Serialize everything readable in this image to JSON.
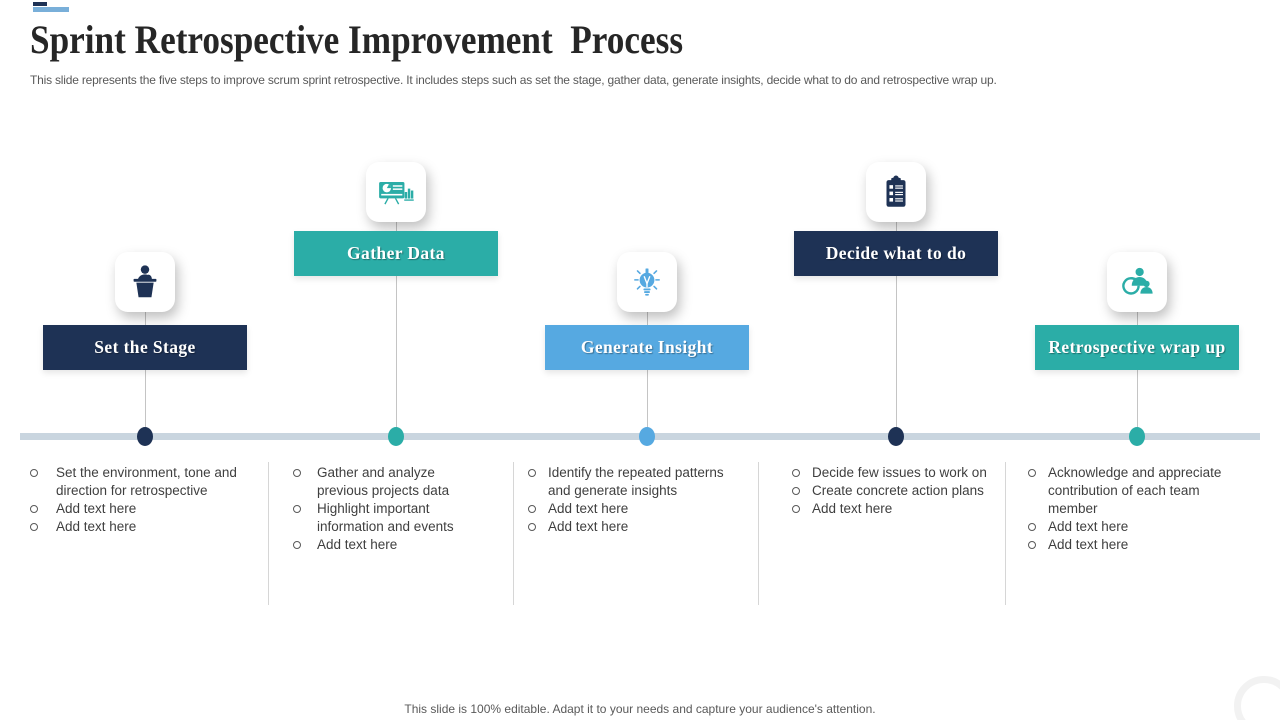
{
  "slide": {
    "title": "Sprint Retrospective Improvement  Process",
    "subtitle": "This slide represents the five steps to improve scrum sprint retrospective. It includes steps such as set the stage, gather data, generate insights, decide what to do and retrospective wrap up.",
    "footer": "This slide is 100% editable. Adapt it to your needs and capture your audience's attention."
  },
  "colors": {
    "navy": "#1E3255",
    "teal": "#2BADA7",
    "blue": "#56A9E1",
    "timeline": "#C9D5DF",
    "line": "#C4C4C4",
    "logo_blue": "#79AFD9"
  },
  "steps": [
    {
      "label": "Set the Stage",
      "icon": "podium-speaker-icon",
      "color": "#1E3255",
      "position": "low",
      "bullets": [
        "Set the environment, tone and direction for retrospective",
        "Add text here",
        "Add text here"
      ]
    },
    {
      "label": "Gather Data",
      "icon": "presentation-chart-icon",
      "color": "#2BADA7",
      "position": "high",
      "bullets": [
        "Gather and analyze previous projects data",
        "Highlight important information and events",
        "Add text here"
      ]
    },
    {
      "label": "Generate Insight",
      "icon": "idea-bulb-icon",
      "color": "#56A9E1",
      "position": "low",
      "bullets": [
        "Identify the repeated patterns and generate insights",
        "Add text here",
        "Add text here"
      ]
    },
    {
      "label": "Decide what to do",
      "icon": "clipboard-checklist-icon",
      "color": "#1E3255",
      "position": "high",
      "bullets": [
        "Decide few issues to work on",
        "Create concrete action plans",
        "Add text here"
      ]
    },
    {
      "label": "Retrospective wrap up",
      "icon": "team-refresh-icon",
      "color": "#2BADA7",
      "position": "low",
      "bullets": [
        "Acknowledge and appreciate contribution of each team member",
        "Add text here",
        "Add text here"
      ]
    }
  ]
}
